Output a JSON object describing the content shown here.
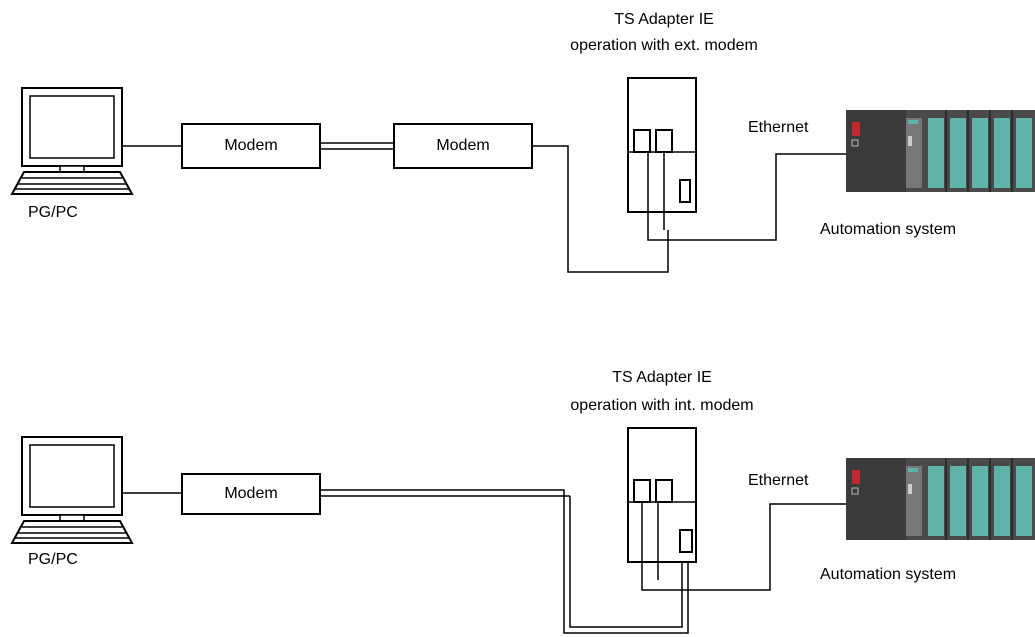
{
  "top": {
    "adapter_title": "TS Adapter IE",
    "adapter_subtitle": "operation with ext. modem",
    "pc_label": "PG/PC",
    "modem1_label": "Modem",
    "modem2_label": "Modem",
    "ethernet_label": "Ethernet",
    "automation_label": "Automation system"
  },
  "bottom": {
    "adapter_title": "TS Adapter IE",
    "adapter_subtitle": "operation with int. modem",
    "pc_label": "PG/PC",
    "modem_label": "Modem",
    "ethernet_label": "Ethernet",
    "automation_label": "Automation system"
  },
  "colors": {
    "line": "#000000",
    "plc_body": "#4a4a4a",
    "plc_dark": "#3a3a3a",
    "plc_module": "#5fb3a8",
    "plc_status_red": "#c0282d",
    "screen_fill": "#ffffff"
  }
}
